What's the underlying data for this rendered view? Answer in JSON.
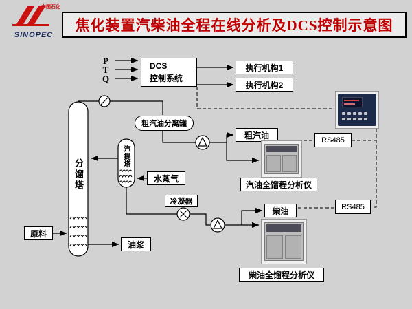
{
  "logo": {
    "brand": "SINOPEC",
    "brand_cn": "中国石化"
  },
  "header": {
    "title": "焦化装置汽柴油全程在线分析及DCS控制示意图"
  },
  "dcs": {
    "line1": "DCS",
    "line2": "控制系统",
    "inputs": [
      "P",
      "T",
      "Q"
    ],
    "actuators": [
      "执行机构1",
      "执行机构2"
    ]
  },
  "process": {
    "fractionator": "分馏塔",
    "stripper": "汽提塔",
    "separator": "粗汽油分离罐",
    "crude_gasoline": "粗汽油",
    "steam": "水蒸气",
    "condenser": "冷凝器",
    "diesel": "柴油",
    "feed": "原料",
    "slurry": "油浆"
  },
  "analyzers": {
    "gasoline": "汽油全馏程分析仪",
    "diesel": "柴油全馏程分析仪"
  },
  "comm": {
    "rs485_top": "RS485",
    "rs485_bottom": "RS485"
  },
  "colors": {
    "title_red": "#c00000",
    "line_black": "#000000",
    "page_bg": "#d2d2d2",
    "box_bg": "#ffffff"
  }
}
